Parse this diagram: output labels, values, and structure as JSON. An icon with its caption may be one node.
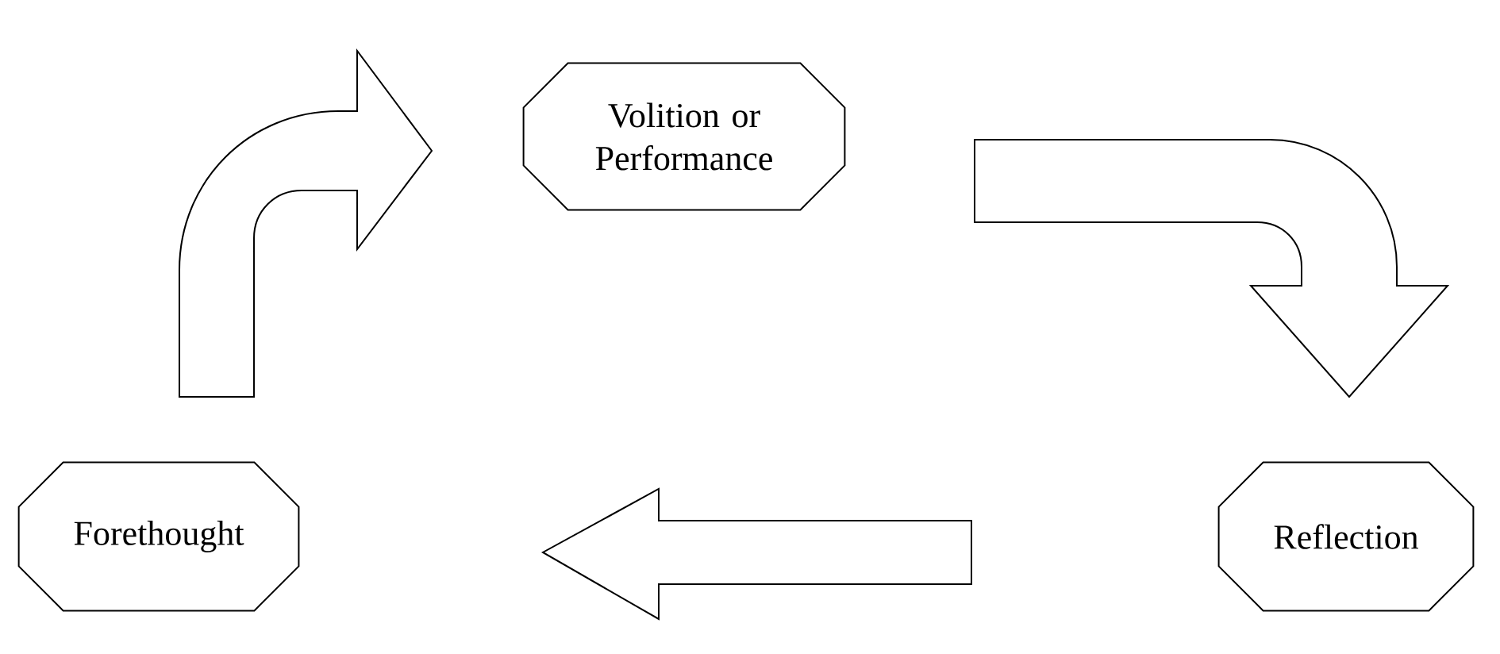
{
  "diagram": {
    "nodes": [
      {
        "text": [
          "Volition or Performance"
        ]
      },
      {
        "text": [
          "Reflection"
        ]
      },
      {
        "text": [
          "Forethought"
        ]
      }
    ],
    "edges": [
      {
        "from": 2,
        "to": 0,
        "arrow": "to"
      },
      {
        "from": 0,
        "to": 1,
        "arrow": "to"
      },
      {
        "from": 1,
        "to": 2,
        "arrow": "to"
      }
    ]
  }
}
